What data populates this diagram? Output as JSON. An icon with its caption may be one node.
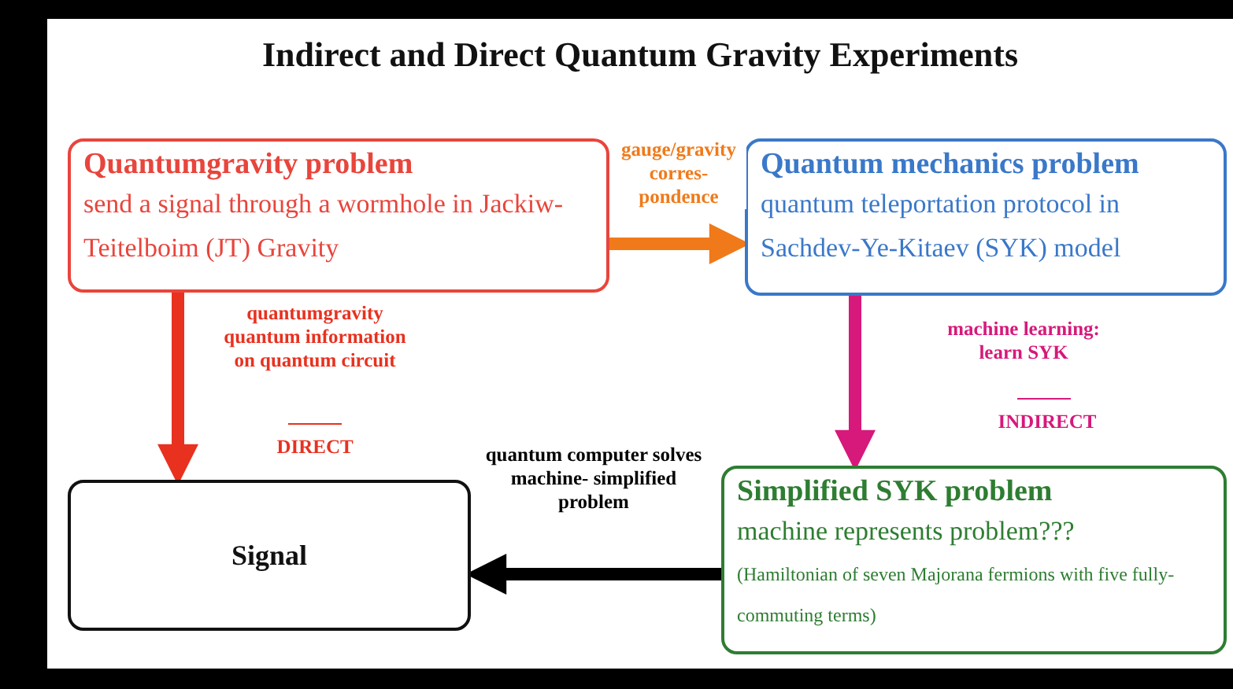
{
  "diagram": {
    "title": "Indirect and Direct Quantum Gravity Experiments",
    "nodes": [
      {
        "text": [
          "Quantumgravity problem",
          "send a signal through a wormhole in Jackiw-Teitelboim (JT) Gravity"
        ]
      },
      {
        "text": [
          "Quantum mechanics problem",
          "quantum teleportation protocol in Sachdev-Ye-Kitaev (SYK) model"
        ]
      },
      {
        "text": [
          "Simplified SYK problem",
          "machine represents problem???",
          "(Hamiltonian of seven Majorana fermions with five fully-commuting terms)"
        ]
      },
      {
        "text": [
          "Signal"
        ]
      }
    ],
    "edges": [
      {
        "from": 0,
        "to": 1,
        "arrow": "to",
        "label": "gauge/gravity corres- pondence",
        "color": "#f07a1a"
      },
      {
        "from": 0,
        "to": 3,
        "arrow": "to",
        "label": "quantumgravity quantum information on quantum circuit",
        "color": "#e8311f"
      },
      {
        "from": 1,
        "to": 2,
        "arrow": "to",
        "label": "machine learning: learn SYK",
        "color": "#d6197a"
      },
      {
        "from": 2,
        "to": 3,
        "arrow": "to",
        "label": "quantum computer solves machine- simplified problem",
        "color": "#000000"
      }
    ],
    "labels": [
      "DIRECT",
      "INDIRECT"
    ]
  }
}
